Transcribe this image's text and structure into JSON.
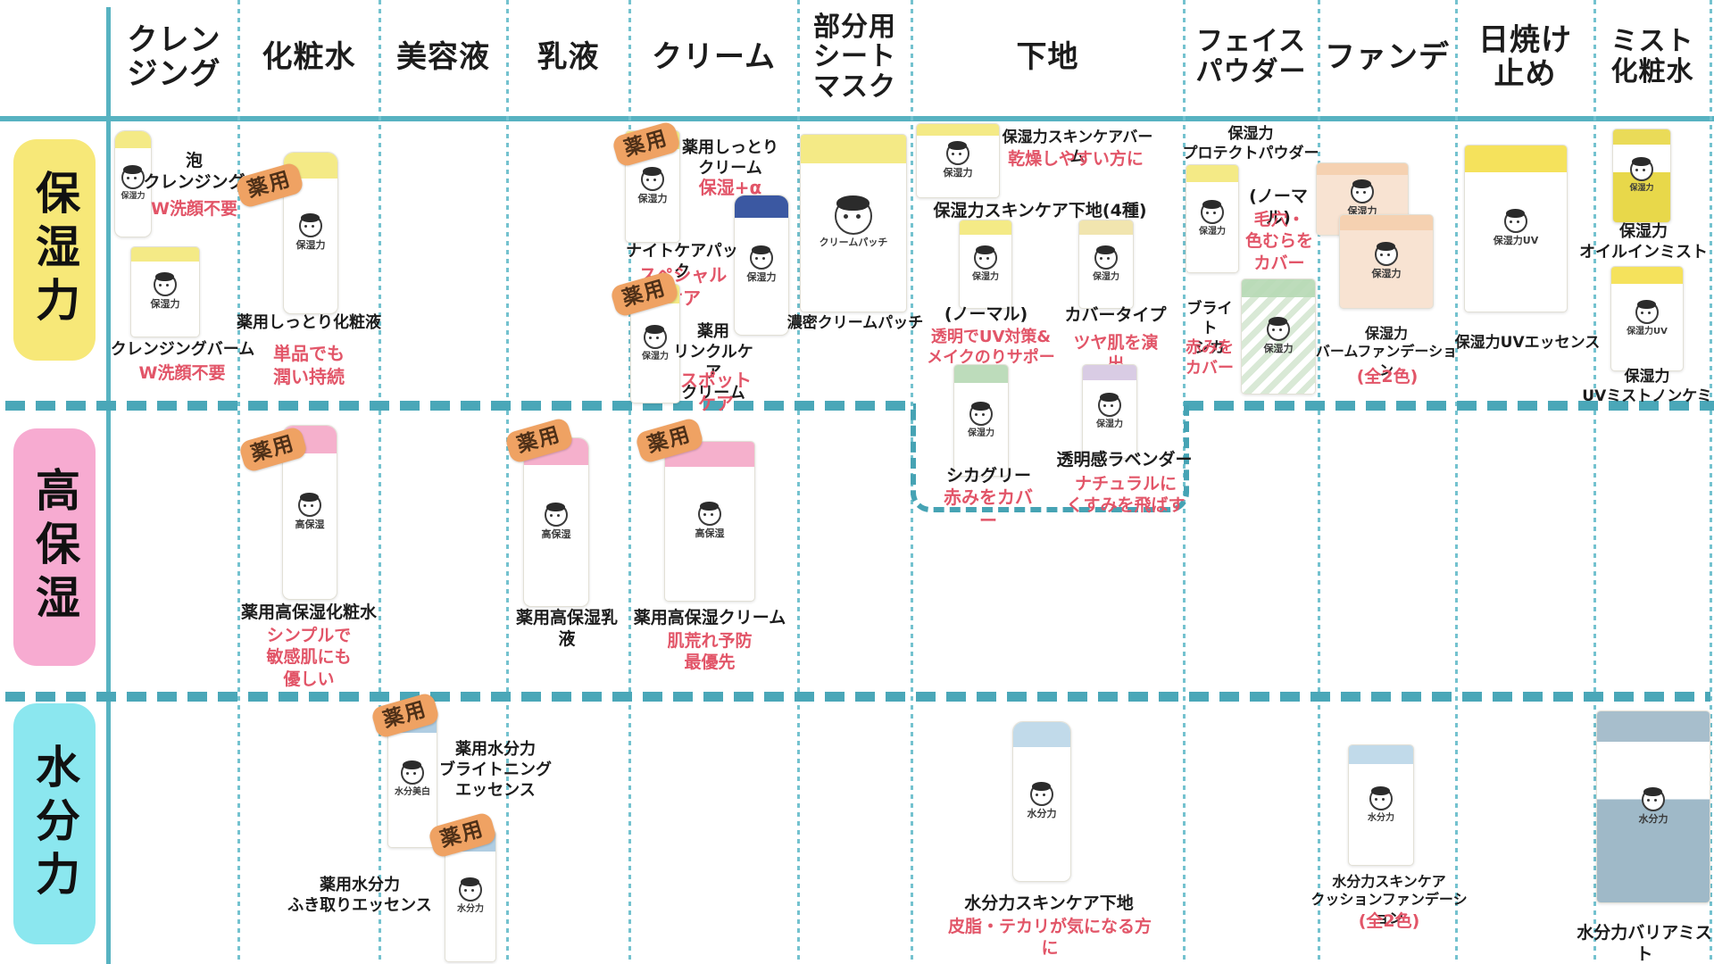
{
  "header": {
    "columns": [
      {
        "label": "クレン\nジング"
      },
      {
        "label": "化粧水"
      },
      {
        "label": "美容液"
      },
      {
        "label": "乳液"
      },
      {
        "label": "クリーム"
      },
      {
        "label": "部分用\nシート\nマスク"
      },
      {
        "label": "下地"
      },
      {
        "label": "フェイス\nパウダー"
      },
      {
        "label": "ファンデ"
      },
      {
        "label": "日焼け\n止め"
      },
      {
        "label": "ミスト\n化粧水"
      }
    ]
  },
  "rows": [
    {
      "label": "保湿力",
      "color": "#f7e878"
    },
    {
      "label": "高保湿",
      "color": "#f7abd1"
    },
    {
      "label": "水分力",
      "color": "#8be7ef"
    }
  ],
  "badge_label": "薬用",
  "base_heading": "保湿力スキンケア下地(4種)",
  "powder_heading": "保湿力\nプロテクトパウダー",
  "products": [
    {
      "pkg": "保湿力",
      "name": "泡\nクレンジング",
      "note": "W洗顔不要"
    },
    {
      "pkg": "保湿力",
      "name": "クレンジングバーム",
      "note": "W洗顔不要"
    },
    {
      "pkg": "保湿力",
      "name": "薬用しっとり化粧液",
      "note": "単品でも\n潤い持続"
    },
    {
      "pkg": "保湿力",
      "name": "薬用しっとり\nクリーム",
      "note": "保湿+α"
    },
    {
      "pkg": "保湿力",
      "name": "ナイトケアパック",
      "note": "スペシャル\nケア"
    },
    {
      "pkg": "保湿力",
      "name": "薬用\nリンクルケア\nクリーム",
      "note": "スポット\nケア"
    },
    {
      "pkg": "クリームパッチ",
      "name": "濃密クリームパッチ",
      "note": ""
    },
    {
      "pkg": "保湿力",
      "name": "保湿力スキンケアバーム",
      "note": "乾燥しやすい方に"
    },
    {
      "pkg": "保湿力",
      "name": "(ノーマル)",
      "note": "透明でUV対策&\nメイクのりサポート"
    },
    {
      "pkg": "保湿力",
      "name": "カバータイプ",
      "note": "ツヤ肌を演出"
    },
    {
      "pkg": "保湿力",
      "name": "シカグリー",
      "note": "赤みをカバー"
    },
    {
      "pkg": "保湿力",
      "name": "透明感ラベンダー",
      "note": "ナチュラルに\nくすみを飛ばす"
    },
    {
      "pkg": "保湿力",
      "name": "(ノーマル)",
      "note": "毛穴・\n色むらを\nカバー"
    },
    {
      "pkg": "保湿力",
      "name": "ブライト\nシカ",
      "note": "赤みを\nカバー"
    },
    {
      "pkg": "保湿力",
      "name": "保湿力\nバームファンデーション",
      "note": "(全2色)"
    },
    {
      "pkg": "保湿力UV",
      "name": "保湿力UVエッセンス",
      "note": ""
    },
    {
      "pkg": "保湿力",
      "name": "保湿力\nオイルインミスト",
      "note": ""
    },
    {
      "pkg": "保湿力UV",
      "name": "保湿力\nUVミストノンケミ",
      "note": ""
    },
    {
      "pkg": "高保湿",
      "name": "薬用高保湿化粧水",
      "note": "シンプルで\n敏感肌にも\n優しい"
    },
    {
      "pkg": "高保湿",
      "name": "薬用高保湿乳\n液",
      "note": ""
    },
    {
      "pkg": "高保湿",
      "name": "薬用高保湿クリーム",
      "note": "肌荒れ予防\n最優先"
    },
    {
      "pkg": "水分美白",
      "name": "薬用水分力\nブライトニング\nエッセンス",
      "note": ""
    },
    {
      "pkg": "水分力",
      "name": "薬用水分力\nふき取りエッセンス",
      "note": ""
    },
    {
      "pkg": "水分力",
      "name": "水分力スキンケア下地",
      "note": "皮脂・テカリが気になる方に"
    },
    {
      "pkg": "水分力",
      "name": "水分力スキンケア\nクッションファンデーション",
      "note": "(全2色)"
    },
    {
      "pkg": "水分力",
      "name": "水分力バリアミスト",
      "note": ""
    }
  ],
  "colors": {
    "grid_teal": "#57b2c1",
    "divider_dash": "#4aa7b8",
    "row_moisture_yellow": "#f7e878",
    "row_high_moisture_pink": "#f7abd1",
    "row_water_cyan": "#8be7ef",
    "note_red": "#e25568",
    "badge_orange": "#efa263",
    "navy_pack": "#2a4a9a",
    "uv_yellow": "#f4e04e",
    "water_blue": "#bcd7e8"
  }
}
